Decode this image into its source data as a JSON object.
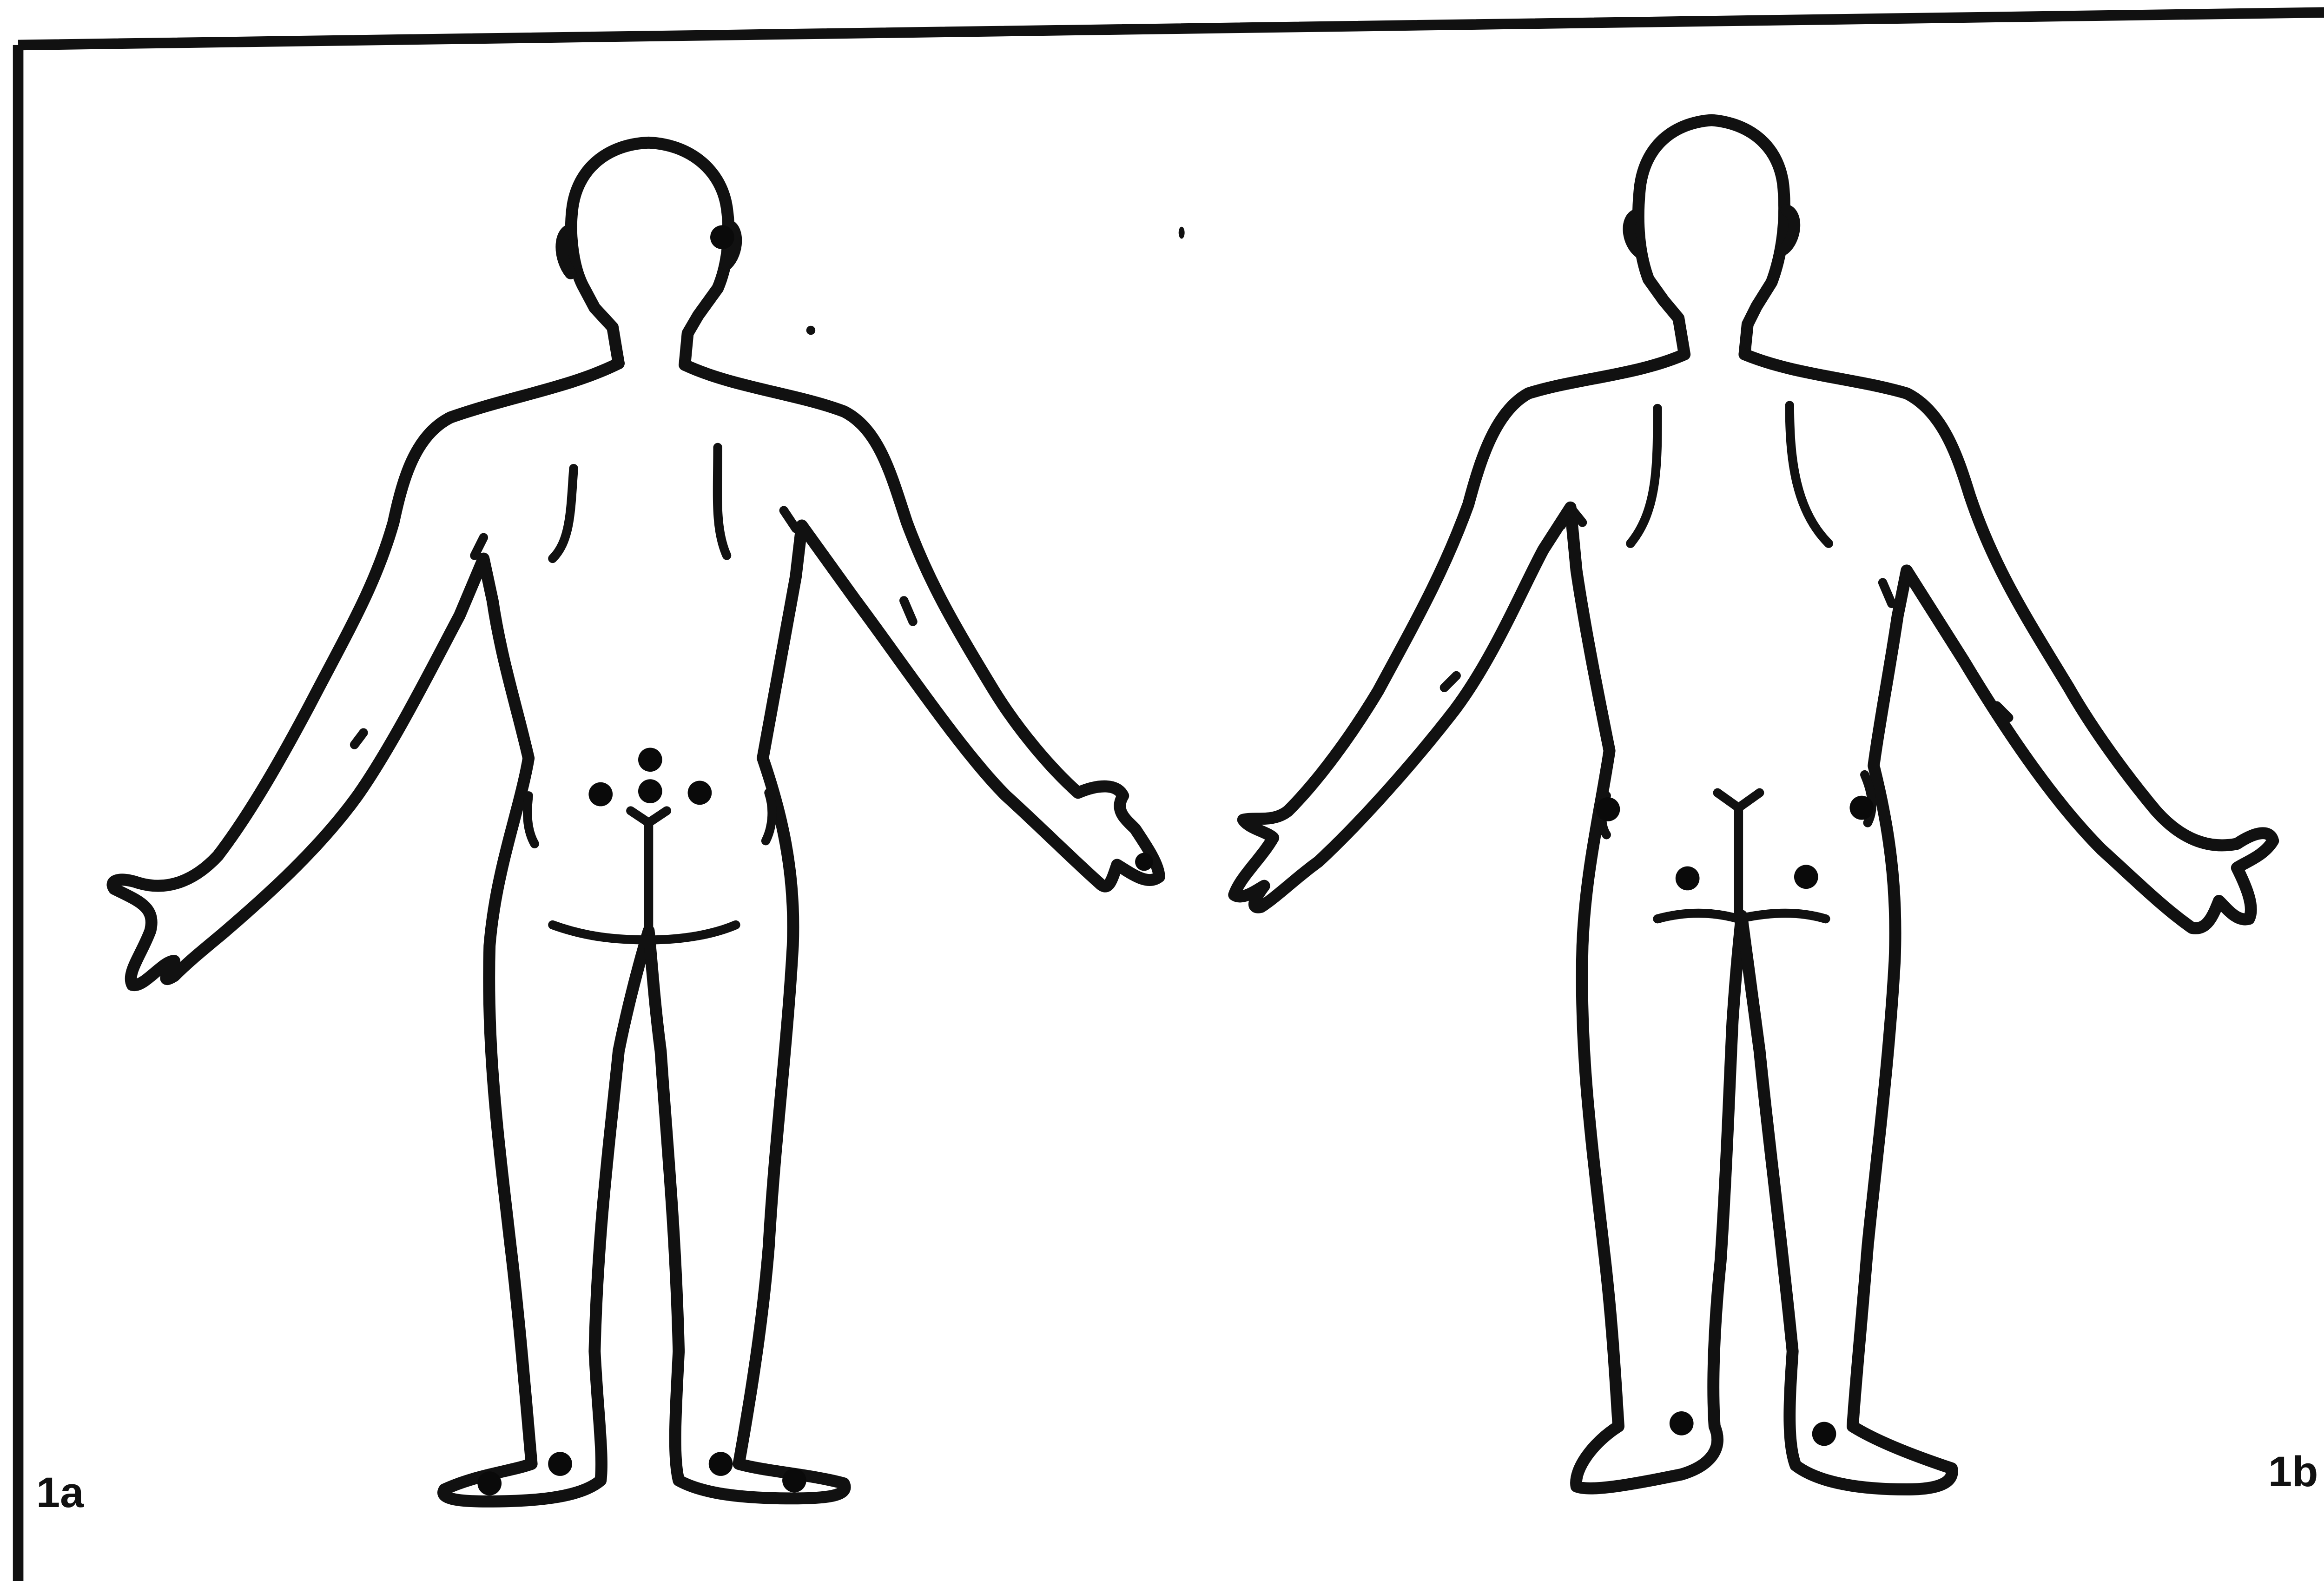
{
  "figure": {
    "panels": [
      {
        "id": "1a",
        "label": "1a",
        "view": "posterior",
        "marker_count": 11
      },
      {
        "id": "1b",
        "label": "1b",
        "view": "posterior",
        "marker_count": 6
      }
    ],
    "colors": {
      "background": "#ffffff",
      "line": "#111111",
      "marker": "#0a0a0a"
    }
  }
}
